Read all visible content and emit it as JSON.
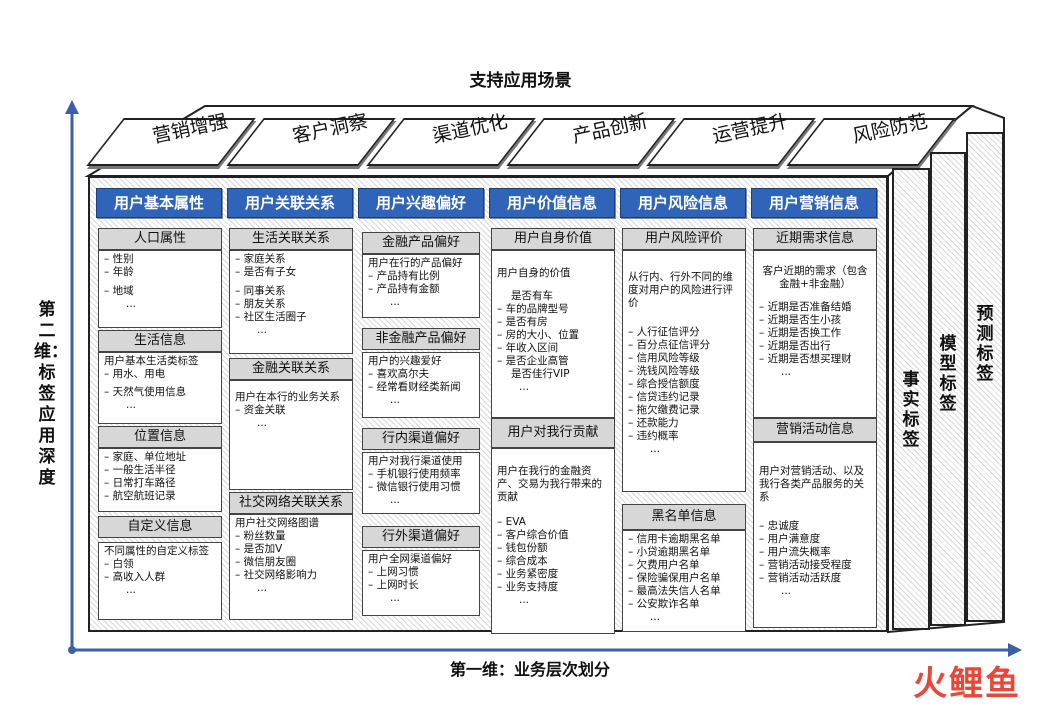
{
  "title": "支持应用场景",
  "x_axis": "第一维：业务层次划分",
  "y_axis": "第二维：标签应用深度",
  "scenarios": [
    "营销增强",
    "客户洞察",
    "渠道优化",
    "产品创新",
    "运营提升",
    "风险防范"
  ],
  "layers": [
    "事实标签",
    "模型标签",
    "预测标签"
  ],
  "watermark": "火鲤鱼",
  "columns": [
    {
      "header": "用户基本属性"
    },
    {
      "header": "用户关联关系"
    },
    {
      "header": "用户兴趣偏好"
    },
    {
      "header": "用户价值信息"
    },
    {
      "header": "用户风险信息"
    },
    {
      "header": "用户营销信息"
    }
  ],
  "boxes": {
    "c1a": {
      "title": "人口属性",
      "items": [
        "性别",
        "年龄",
        "地域",
        "..."
      ]
    },
    "c1b": {
      "title": "生活信息",
      "intro": "用户基本生活类标签",
      "items": [
        "用水、用电",
        "天然气使用信息",
        "..."
      ]
    },
    "c1c": {
      "title": "位置信息",
      "items": [
        "家庭、单位地址",
        "一般生活半径",
        "日常打车路径",
        "航空航班记录"
      ]
    },
    "c1d": {
      "title": "自定义信息",
      "intro": "不同属性的自定义标签",
      "items": [
        "白领",
        "高收入人群",
        "..."
      ]
    },
    "c2a": {
      "title": "生活关联关系",
      "items": [
        "家庭关系",
        "是否有子女",
        "同事关系",
        "朋友关系",
        "社区生活圈子",
        "..."
      ]
    },
    "c2b": {
      "title": "金融关联关系",
      "intro": "用户在本行的业务关系",
      "items": [
        "资金关联",
        "..."
      ]
    },
    "c2c": {
      "title": "社交网络关联关系",
      "intro": "用户社交网络图谱",
      "items": [
        "粉丝数量",
        "是否加V",
        "微信朋友圈",
        "社交网络影响力",
        "..."
      ]
    },
    "c3a": {
      "title": "金融产品偏好",
      "intro": "用户在行的产品偏好",
      "items": [
        "产品持有比例",
        "产品持有金额",
        "..."
      ]
    },
    "c3b": {
      "title": "非金融产品偏好",
      "intro": "用户的兴趣爱好",
      "items": [
        "喜欢高尔夫",
        "经常看财经类新闻",
        "..."
      ]
    },
    "c3c": {
      "title": "行内渠道偏好",
      "intro": "用户对我行渠道使用",
      "items": [
        "手机银行使用频率",
        "微信银行使用习惯",
        "..."
      ]
    },
    "c3d": {
      "title": "行外渠道偏好",
      "intro": "用户全网渠道偏好",
      "items": [
        "上网习惯",
        "上网时长",
        "..."
      ]
    },
    "c4a": {
      "title": "用户自身价值",
      "intro": "用户自身的价值",
      "items": [
        "是否有车",
        "车的品牌型号",
        "是否有房",
        "房的大小、位置",
        "年收入区间",
        "是否企业高管",
        "是否佳行VIP",
        "..."
      ]
    },
    "c4b": {
      "title": "用户对我行贡献",
      "intro": "用户在我行的金融资产、交易为我行带来的贡献",
      "items": [
        "EVA",
        "客户综合价值",
        "钱包份额",
        "综合成本",
        "业务紧密度",
        "业务支持度",
        "..."
      ]
    },
    "c5a": {
      "title": "用户风险评价",
      "intro": "从行内、行外不同的维度对用户的风险进行评价",
      "items": [
        "人行征信评分",
        "百分点征信评分",
        "信用风险等级",
        "洗钱风险等级",
        "综合授信额度",
        "信贷违约记录",
        "拖欠缴费记录",
        "还款能力",
        "违约概率",
        "..."
      ]
    },
    "c5b": {
      "title": "黑名单信息",
      "items": [
        "信用卡逾期黑名单",
        "小贷逾期黑名单",
        "欠费用户名单",
        "保险骗保用户名单",
        "最高法失信人名单",
        "公安欺诈名单",
        "..."
      ]
    },
    "c6a": {
      "title": "近期需求信息",
      "intro": "客户近期的需求（包含金融+非金融）",
      "items": [
        "近期是否准备结婚",
        "近期是否生小孩",
        "近期是否换工作",
        "近期是否出行",
        "近期是否想买理财",
        "..."
      ]
    },
    "c6b": {
      "title": "营销活动信息",
      "intro": "用户对营销活动、以及我行各类产品服务的关系",
      "items": [
        "忠诚度",
        "用户满意度",
        "用户流失概率",
        "营销活动接受程度",
        "营销活动活跃度",
        "..."
      ]
    }
  }
}
